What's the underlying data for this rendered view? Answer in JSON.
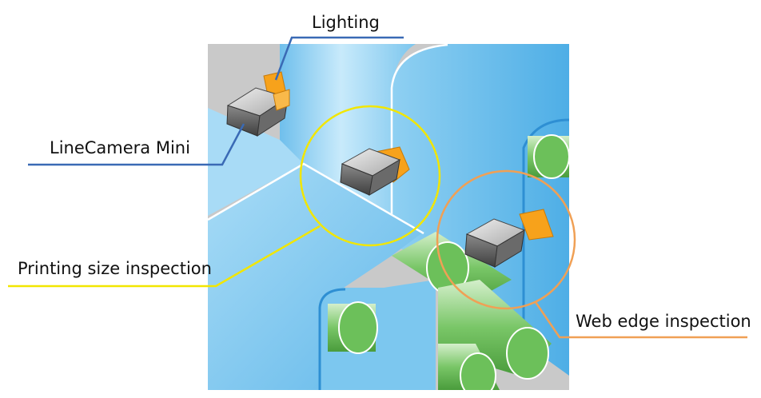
{
  "labels": {
    "lighting": "Lighting",
    "line_camera": "LineCamera Mini",
    "printing_inspection": "Printing size inspection",
    "web_edge_inspection": "Web edge inspection"
  },
  "colors": {
    "background_panel": "#c9c9c9",
    "web_light": "#bfe4f8",
    "web_mid": "#8ccdf1",
    "web_dark": "#5ab3e6",
    "web_edge": "#2e8fd3",
    "roller": "#6cc05a",
    "roller_light": "#c7e8bf",
    "camera_dark": "#5a5a5a",
    "camera_light": "#d9d9d9",
    "lighting": "#f7a21b",
    "callout_blue": "#3a6ab5",
    "callout_yellow": "#f2e600",
    "callout_orange": "#f0a055"
  },
  "icons": {
    "camera": "line-camera-icon",
    "light": "lighting-unit-icon",
    "roller": "roller-icon"
  }
}
